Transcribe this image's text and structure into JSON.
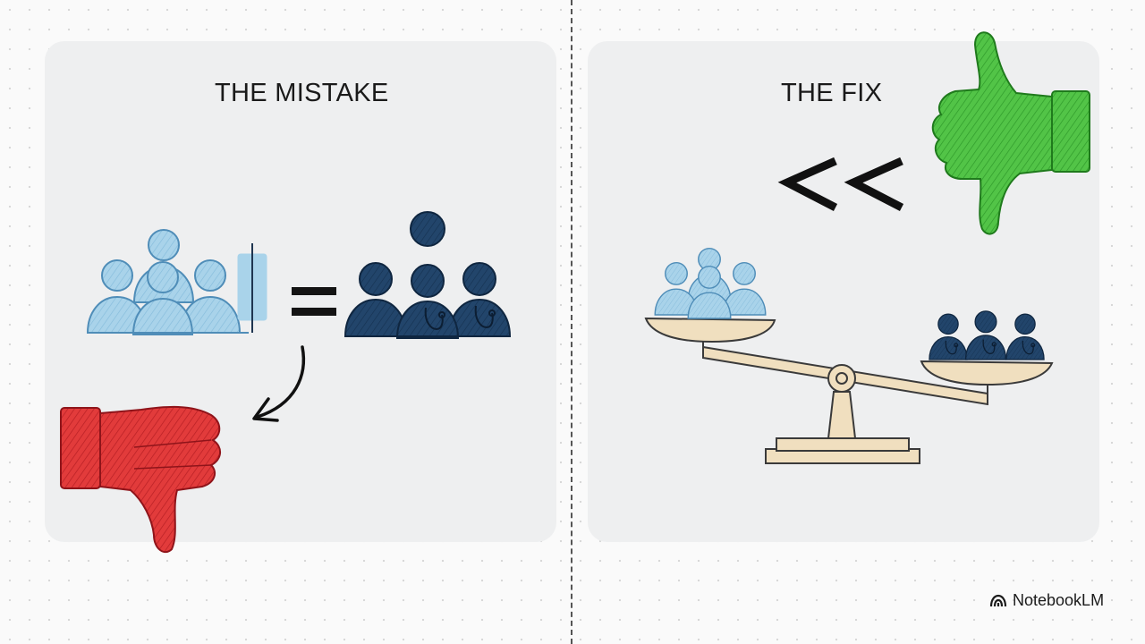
{
  "mistake": {
    "title": "THE MISTAKE"
  },
  "fix": {
    "title": "THE FIX"
  },
  "brand": {
    "name": "NotebookLM",
    "icon": "notebooklm-logo-icon"
  },
  "colors": {
    "light_blue": "#a9d3ea",
    "navy": "#22456b",
    "red": "#e03a3a",
    "green": "#4cbd43",
    "scale_beige": "#f0dfbf",
    "panel": "#eeeff0"
  }
}
